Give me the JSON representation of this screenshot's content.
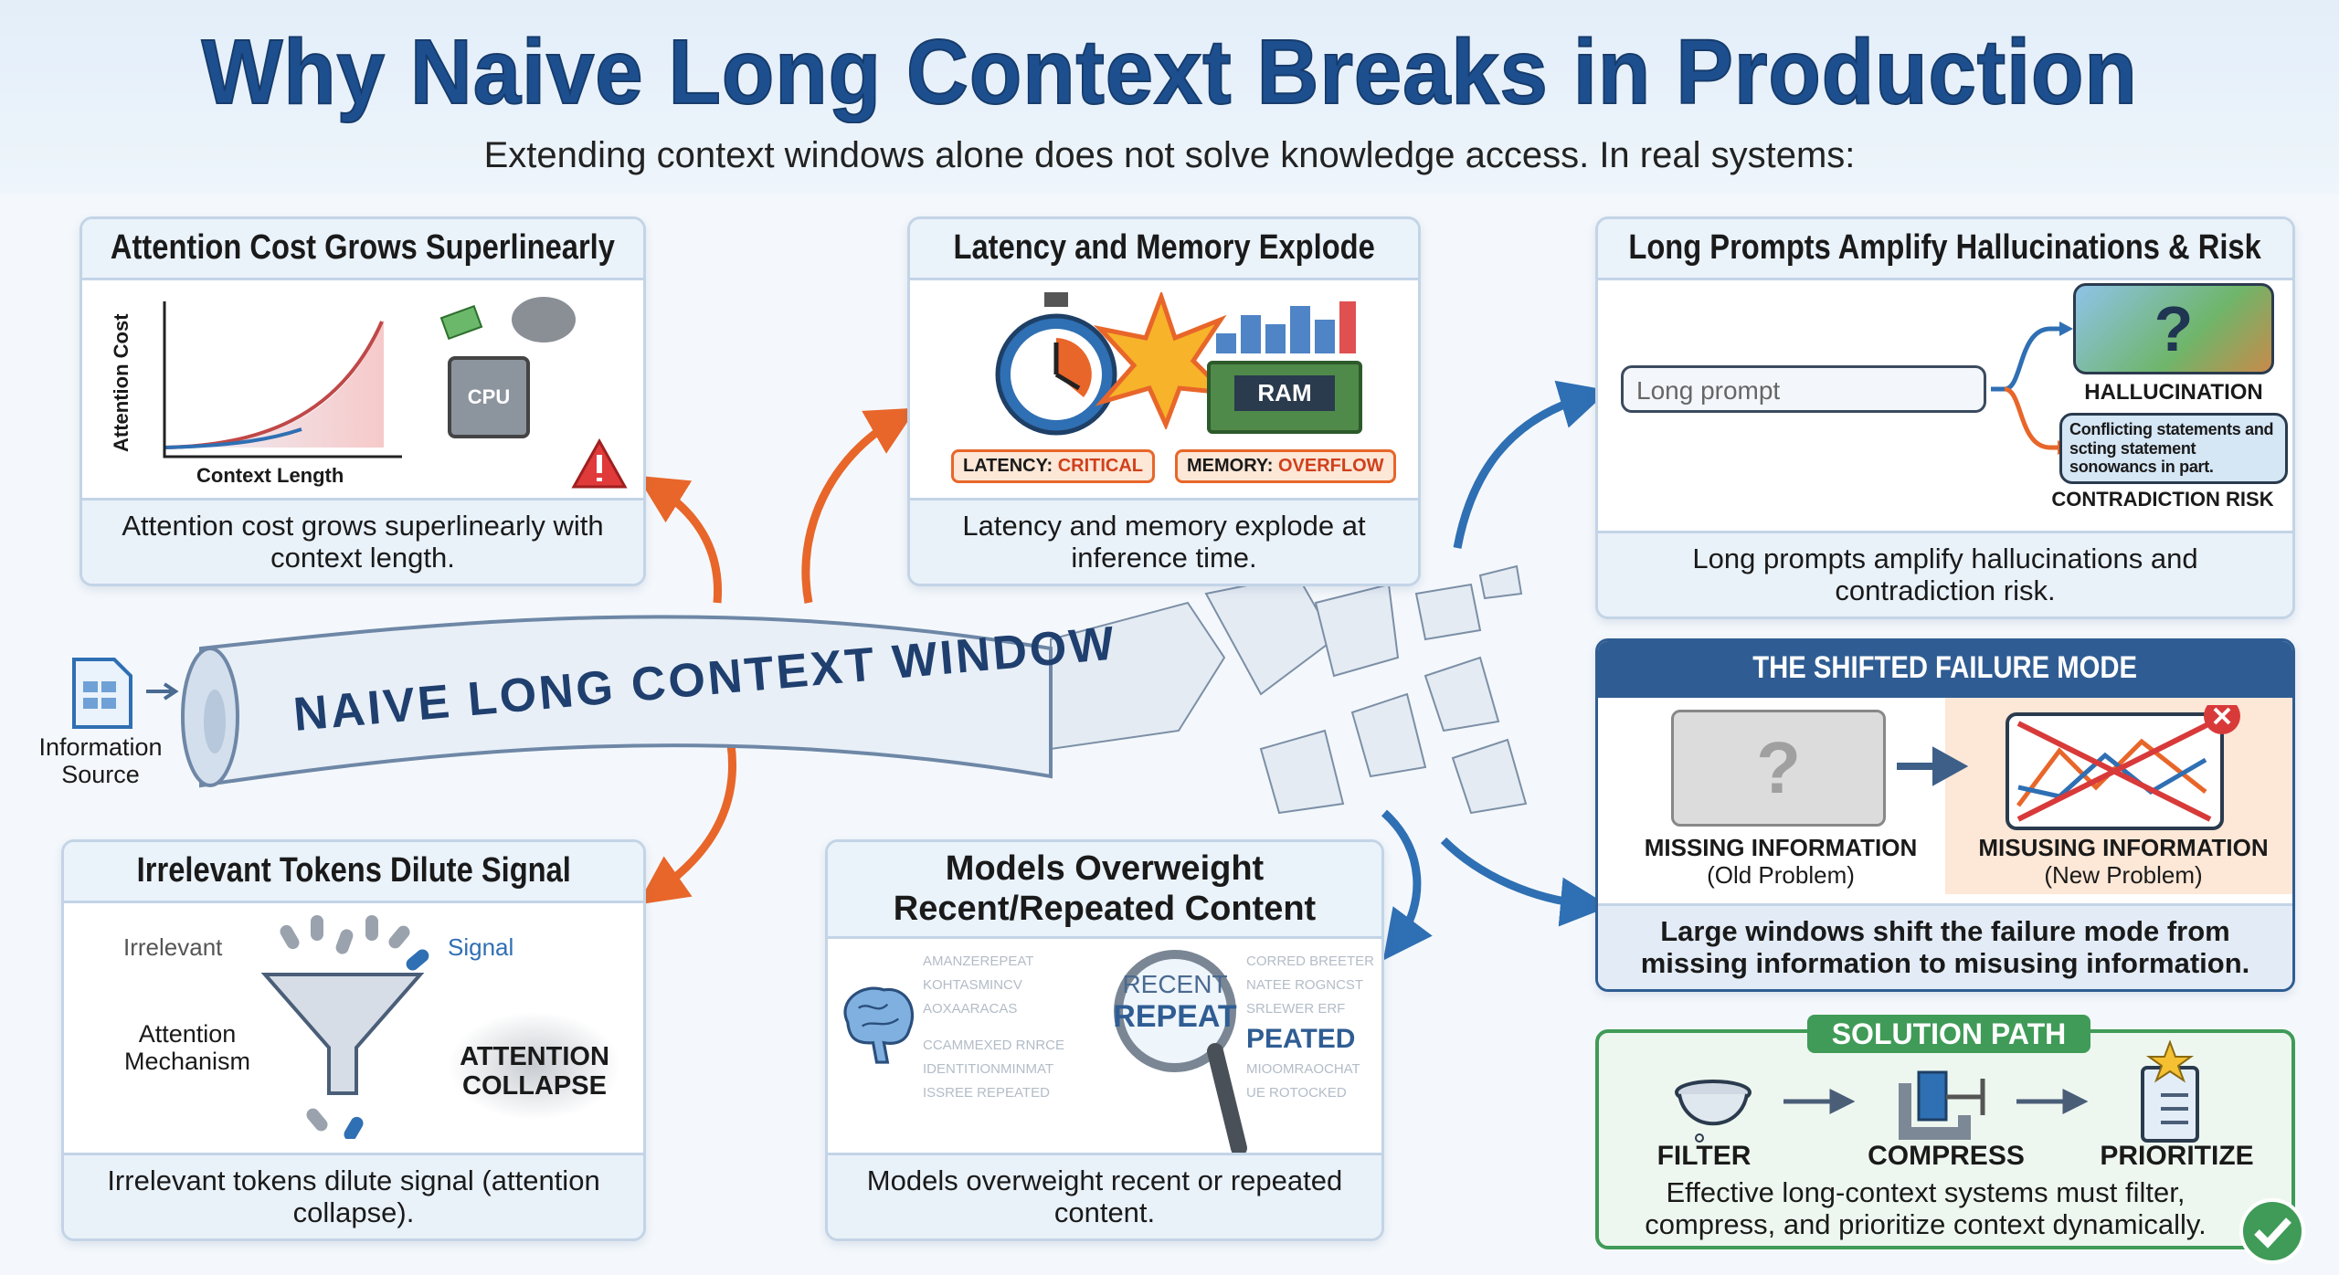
{
  "header": {
    "title": "Why Naive Long Context Breaks in Production",
    "subtitle": "Extending context windows alone does not solve knowledge access. In real systems:"
  },
  "center": {
    "scroll_label": "NAIVE LONG CONTEXT WINDOW",
    "source_label": "Information Source"
  },
  "panels": {
    "attention": {
      "title": "Attention Cost Grows Superlinearly",
      "y_axis": "Attention Cost",
      "x_axis": "Context Length",
      "chip": "CPU",
      "caption": "Attention cost grows superlinearly with context length."
    },
    "latency": {
      "title": "Latency and Memory Explode",
      "ram": "RAM",
      "latency_badge_key": "LATENCY:",
      "latency_badge_val": "CRITICAL",
      "memory_badge_key": "MEMORY:",
      "memory_badge_val": "OVERFLOW",
      "caption": "Latency and memory explode at inference time."
    },
    "hallucination": {
      "title": "Long Prompts Amplify Hallucinations & Risk",
      "prompt": "Long prompt",
      "hallucination_label": "HALLUCINATION",
      "bubble_text": "Conflicting statements and scting statement sonowancs in part.",
      "contradiction_label": "CONTRADICTION RISK",
      "caption": "Long prompts amplify hallucinations and contradiction risk."
    },
    "dilute": {
      "title": "Irrelevant Tokens Dilute Signal",
      "irrelevant": "Irrelevant",
      "signal": "Signal",
      "mechanism": "Attention Mechanism",
      "collapse": "ATTENTION COLLAPSE",
      "caption": "Irrelevant tokens dilute signal (attention collapse)."
    },
    "recent": {
      "title": "Models Overweight Recent/Repeated Content",
      "lens_top": "RECENT",
      "lens_main": "REPEAT",
      "side_word": "PEATED",
      "filler": [
        "AMANZEREPEAT",
        "KOHTASMINCV",
        "AOXAARACAS",
        "CCAMMEXED RNRCE",
        "IDENTITIONMINMAT",
        "ISSREE REPEATED",
        "CORRED BREETER",
        "NATEE ROGNCST",
        "SRLEWER ERF",
        "MIOOMRAOCHAT",
        "UE ROTOCKED"
      ],
      "caption": "Models overweight recent or repeated content."
    },
    "shifted": {
      "title": "THE SHIFTED FAILURE MODE",
      "missing": "MISSING INFORMATION",
      "missing_sub": "(Old Problem)",
      "misusing": "MISUSING INFORMATION",
      "misusing_sub": "(New Problem)",
      "caption": "Large windows shift the failure mode from missing information to misusing information."
    },
    "solution": {
      "title": "SOLUTION PATH",
      "steps": [
        "FILTER",
        "COMPRESS",
        "PRIORITIZE"
      ],
      "caption": "Effective long-context systems must filter, compress, and prioritize context dynamically."
    }
  },
  "colors": {
    "title": "#1d4f8f",
    "orange": "#e8662a",
    "blue": "#2f6fb3",
    "green": "#3f9b57",
    "red": "#d83a3a"
  }
}
